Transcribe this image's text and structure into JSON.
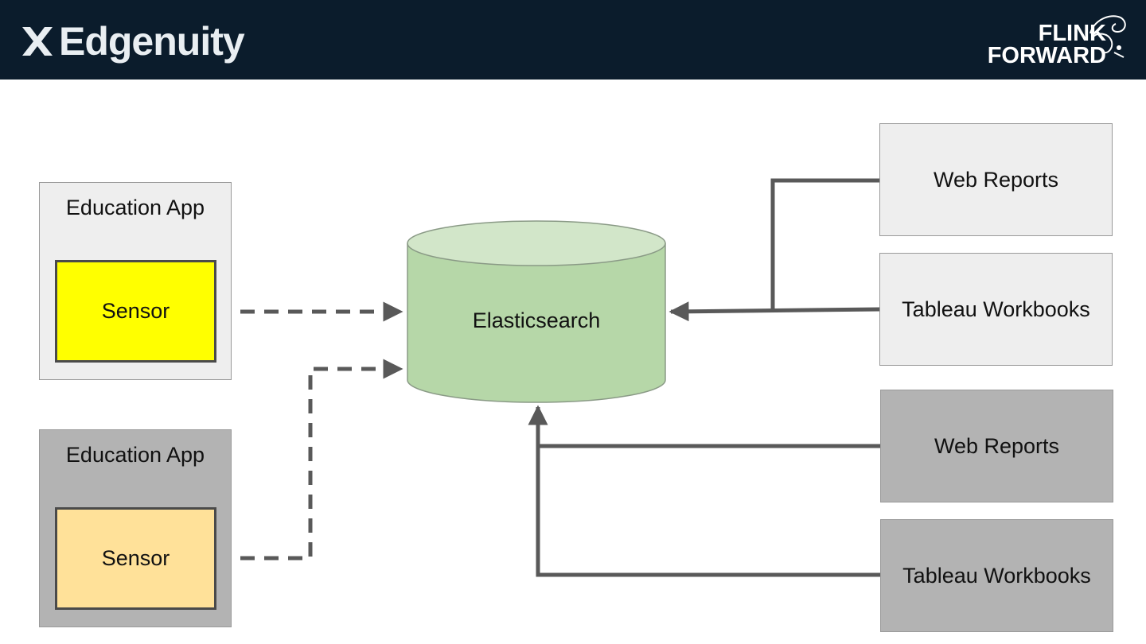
{
  "header": {
    "brand_name": "Edgenuity",
    "partner_line1": "FLINK",
    "partner_line2": "FORWARD",
    "background_color": "#0b1c2c"
  },
  "diagram": {
    "apps": [
      {
        "label": "Education App",
        "sensor_label": "Sensor",
        "box_color": "#eeeeee",
        "sensor_color": "#ffff00"
      },
      {
        "label": "Education App",
        "sensor_label": "Sensor",
        "box_color": "#b3b3b3",
        "sensor_color": "#ffe199"
      }
    ],
    "database": {
      "label": "Elasticsearch",
      "color": "#b6d7a8"
    },
    "consumers": [
      {
        "label": "Web Reports",
        "color": "#eeeeee"
      },
      {
        "label": "Tableau Workbooks",
        "color": "#eeeeee"
      },
      {
        "label": "Web Reports",
        "color": "#b3b3b3"
      },
      {
        "label": "Tableau Workbooks",
        "color": "#b3b3b3"
      }
    ],
    "edge_color": "#595959"
  }
}
